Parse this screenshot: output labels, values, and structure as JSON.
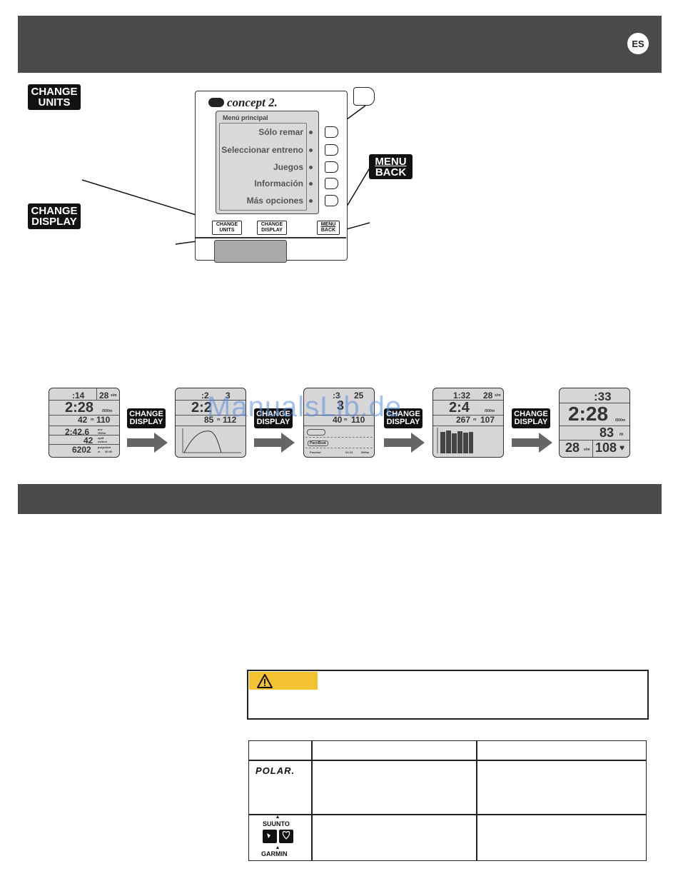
{
  "header": {
    "lang_badge": "ES"
  },
  "buttons": {
    "change_units_line1": "CHANGE",
    "change_units_line2": "UNITS",
    "change_display_line1": "CHANGE",
    "change_display_line2": "DISPLAY",
    "menu_back_line1": "MENU",
    "menu_back_line2": "BACK"
  },
  "monitor": {
    "brand": "concept 2.",
    "menu_title": "Menú principal",
    "menu_items": [
      "Sólo remar",
      "Seleccionar entreno",
      "Juegos",
      "Información",
      "Más opciones"
    ],
    "bottom_buttons": {
      "change_units_line1": "CHANGE",
      "change_units_line2": "UNITS",
      "change_display_line1": "CHANGE",
      "change_display_line2": "DISPLAY",
      "menu_back_line1": "MENU",
      "menu_back_line2": "BACK"
    }
  },
  "screens": {
    "s1": {
      "time": ":14",
      "spm": "28",
      "spm_unit": "s/m",
      "pace": "2:28",
      "pace_unit": "/500m",
      "meters": "42",
      "meters_unit": "m",
      "hr": "110",
      "avg": "2:42.6",
      "avg_unit1": "ave",
      "avg_unit2": "/500m",
      "split": "42",
      "split_unit1": "split",
      "split_unit2": "meters",
      "proj": "6202",
      "proj_unit1": "projected",
      "proj_unit2": "m",
      "proj_time": "30:00"
    },
    "s2": {
      "time": ":2",
      "spm": "3",
      "pace": "2:2",
      "meters": "85",
      "meters_unit": "m",
      "hr": "112"
    },
    "s3": {
      "time": ":3",
      "spm": "25",
      "pace": "3",
      "meters": "40",
      "meters_unit": "m",
      "hr": "110",
      "label_pace": "PaceBoat",
      "label_foot": "Pacebot",
      "foot_val1": "01:13",
      "foot_val2": "/500m"
    },
    "s4": {
      "time": "1:32",
      "spm": "28",
      "spm_unit": "s/m",
      "pace": "2:4",
      "pace_unit": "/500m",
      "meters": "267",
      "meters_unit": "m",
      "hr": "107"
    },
    "s5": {
      "time": ":33",
      "pace": "2:28",
      "pace_unit": "/500m",
      "meters": "83",
      "meters_unit": "m",
      "spm": "28",
      "spm_unit": "s/m",
      "hr": "108"
    }
  },
  "watermark": "ManualsLib.de",
  "caution": {
    "icon": "warning-triangle-icon"
  },
  "colors": {
    "bar": "#4a4a4a",
    "caution": "#f2c230",
    "watermark": "#5a8cdc"
  }
}
